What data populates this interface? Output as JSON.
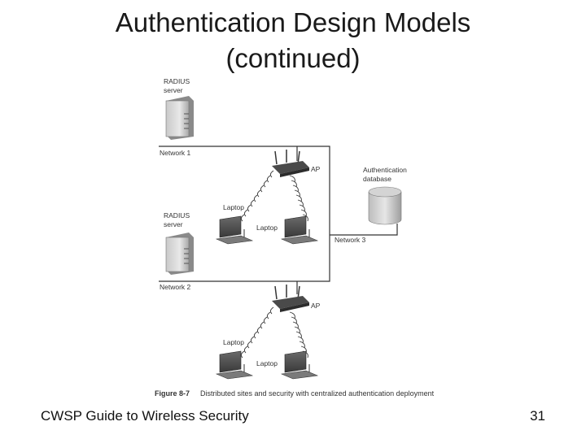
{
  "slide": {
    "title_line1": "Authentication Design Models",
    "title_line2": "(continued)",
    "footer_left": "CWSP Guide to Wireless Security",
    "page_number": "31"
  },
  "figure": {
    "radius1_line1": "RADIUS",
    "radius1_line2": "server",
    "network1": "Network 1",
    "ap1": "AP",
    "auth_db_line1": "Authentication",
    "auth_db_line2": "database",
    "laptop1a": "Laptop",
    "laptop1b": "Laptop",
    "radius2_line1": "RADIUS",
    "radius2_line2": "server",
    "network3": "Network 3",
    "network2": "Network 2",
    "ap2": "AP",
    "laptop2a": "Laptop",
    "laptop2b": "Laptop",
    "caption_label": "Figure 8-7",
    "caption_text": "Distributed sites and security with centralized authentication deployment"
  }
}
